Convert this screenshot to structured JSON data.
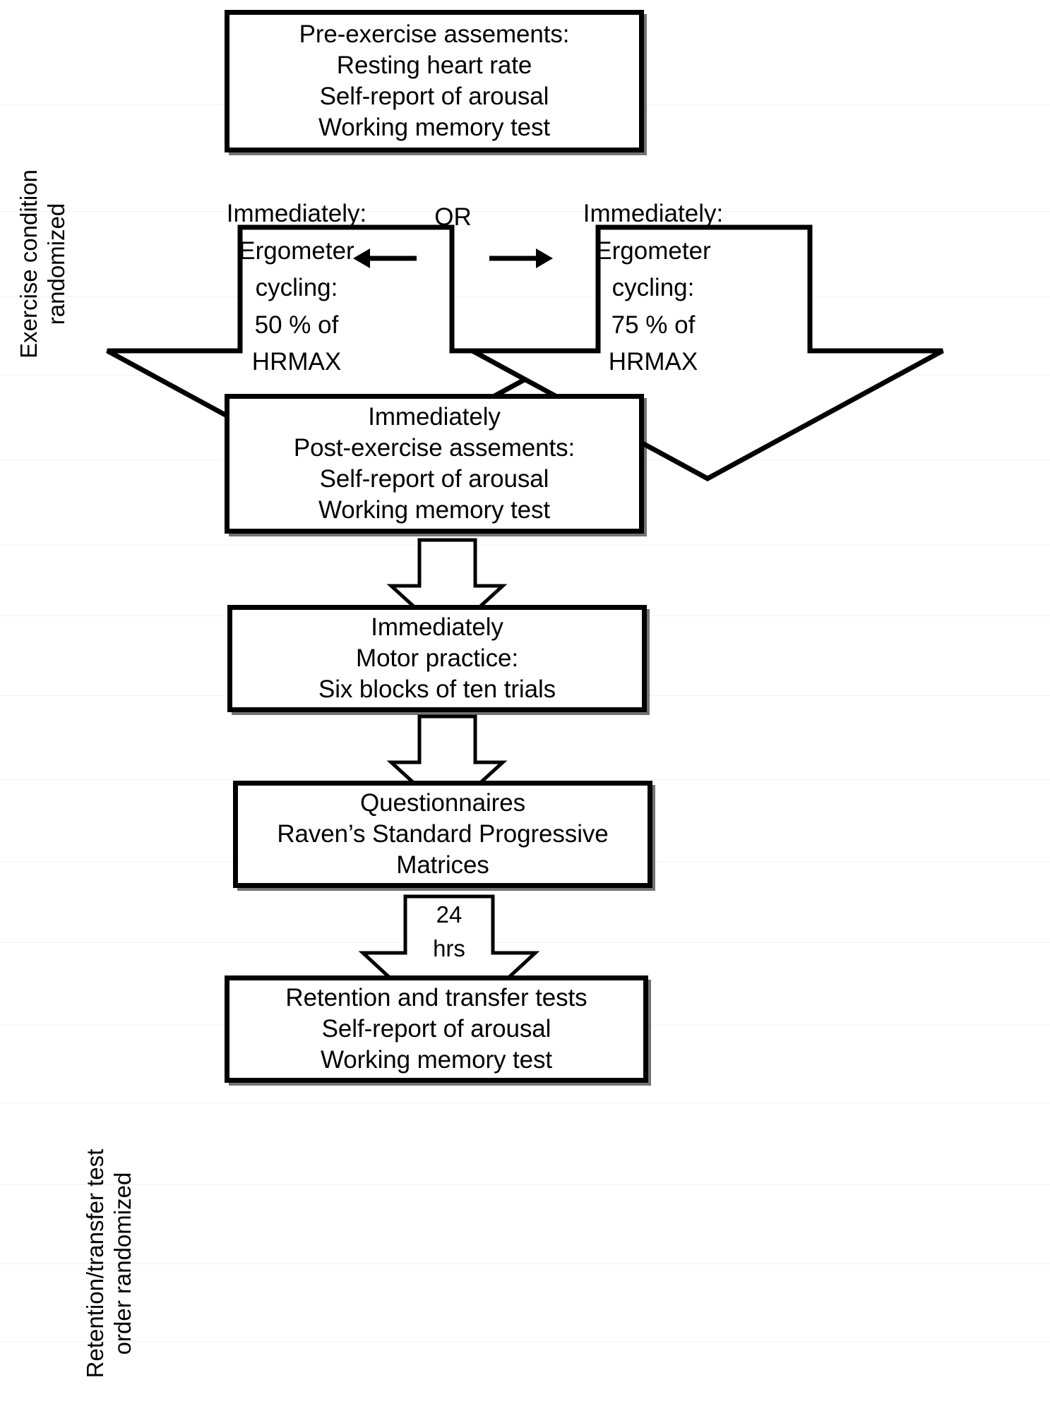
{
  "diagram": {
    "title": "Experimental procedure flowchart",
    "side_labels": {
      "exercise": {
        "line1": "Exercise condition",
        "line2": "randomized"
      },
      "retention": {
        "line1": "Retention/transfer test",
        "line2": "order randomized"
      }
    },
    "boxes": [
      {
        "id": "pre-exercise-assessments",
        "lines": [
          "Pre-exercise assements:",
          "Resting heart rate",
          "Self-report of arousal",
          "Working memory test"
        ]
      },
      {
        "id": "post-exercise-assessments",
        "lines": [
          "Immediately",
          "Post-exercise assements:",
          "Self-report of arousal",
          "Working memory test"
        ]
      },
      {
        "id": "motor-practice",
        "lines": [
          "Immediately",
          "Motor practice:",
          "Six blocks of ten trials"
        ]
      },
      {
        "id": "questionnaires",
        "lines": [
          "Questionnaires",
          "Raven’s Standard Progressive",
          "Matrices"
        ]
      },
      {
        "id": "retention-transfer",
        "lines": [
          "Retention and transfer tests",
          "Self-report of arousal",
          "Working memory test"
        ]
      }
    ],
    "condition_arrows": {
      "left": {
        "id": "exercise-condition-50",
        "lines": [
          "Immediately:",
          "Ergometer",
          "cycling:",
          "50 % of",
          "HRMAX"
        ]
      },
      "right": {
        "id": "exercise-condition-75",
        "lines": [
          "Immediately:",
          "Ergometer",
          "cycling:",
          "75 % of",
          "HRMAX"
        ]
      },
      "connector_label": "OR"
    },
    "delay_arrow": {
      "id": "twenty-four-hour-delay",
      "lines": [
        "24",
        "hrs"
      ]
    },
    "colors": {
      "stroke": "#000000",
      "fill": "#ffffff",
      "text": "#000000"
    }
  }
}
